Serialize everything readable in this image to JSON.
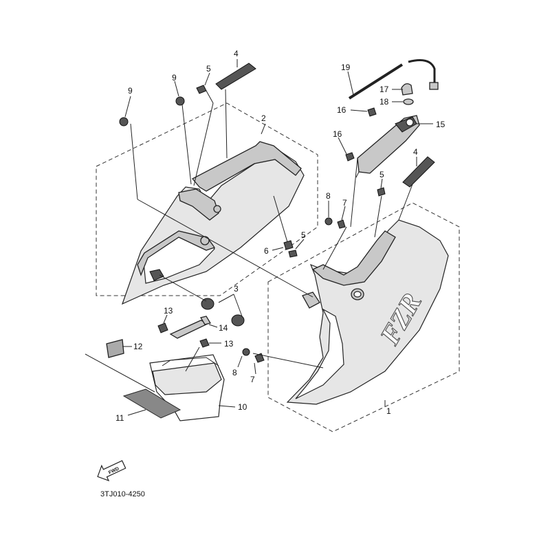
{
  "callouts": {
    "c1": "1",
    "c2": "2",
    "c3": "3",
    "c4a": "4",
    "c4b": "4",
    "c5a": "5",
    "c5b": "5",
    "c5c": "5",
    "c6": "6",
    "c7a": "7",
    "c7b": "7",
    "c8a": "8",
    "c8b": "8",
    "c9a": "9",
    "c9b": "9",
    "c10": "10",
    "c11": "11",
    "c12": "12",
    "c13a": "13",
    "c13b": "13",
    "c14": "14",
    "c15": "15",
    "c16a": "16",
    "c16b": "16",
    "c17": "17",
    "c18": "18",
    "c19": "19"
  },
  "fwd_label": "FWD",
  "logo_text": "FZR",
  "reference_code": "3TJ010-4250"
}
